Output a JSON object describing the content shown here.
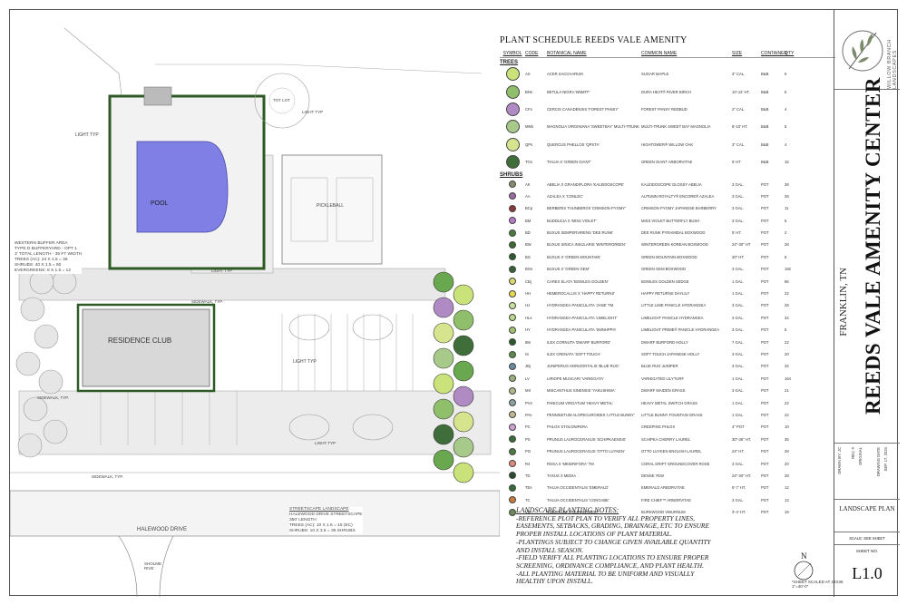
{
  "colors": {
    "accent_green": "#6fae3a",
    "pool_blue": "#7f7fe6",
    "pavement": "#e4e4e4",
    "hedge": "#2d5a24"
  },
  "plan": {
    "labels": {
      "pool": "POOL",
      "pickleball": "PICKLEBALL",
      "residence_club": "RESIDENCE CLUB",
      "tot_lot": "TOT LOT",
      "light_typ_1": "LIGHT TYP",
      "light_typ_2": "LIGHT TYP",
      "light_typ_3": "LIGHT TYP",
      "light_typ_4": "LIGHT TYP",
      "light_typ_5": "LIGHT TYP",
      "sidewalk_typ_1": "SIDEWALK, TYP.",
      "sidewalk_typ_2": "SIDEWALK, TYP.",
      "sidewalk_typ_3": "SIDEWALK, TYP.",
      "halewood": "HALEWOOD DRIVE",
      "sholme": "SHOLME RIVE"
    },
    "buffer_note": [
      "WESTERN BUFFER AREA",
      "TYPE D BUFFERYARD - OPT 1",
      "3' TOTAL LENGTH - 35 FT WIDTH",
      "TREES (AC): 24 X 1.5 = 36",
      "SHRUBS: 40 X 1.5 = 60",
      "EVERGREENS: 8 X 1.5 = 12"
    ],
    "streetscape_note": [
      "STREETSCAPE LANDSCAPE",
      "HALEWOOD DRIVE STREETSCAPE",
      "350' LENGTH",
      "TREES (AC): 10 X 1.5 = 15 (EC)",
      "SHRUBS: 10 X 3.5 = 35 SHRUBS"
    ]
  },
  "schedule": {
    "title": "PLANT SCHEDULE REEDS VALE AMENITY",
    "headers": {
      "symbol": "SYMBOL",
      "code": "CODE",
      "botanical": "BOTANICAL NAME",
      "common": "COMMON NAME",
      "size": "SIZE",
      "container": "CONTAINER",
      "qty": "QTY"
    },
    "trees_label": "TREES",
    "shrubs_label": "SHRUBS",
    "trees": [
      {
        "code": "AS",
        "botanical": "ACER SACCHARUM",
        "common": "SUGAR MAPLE",
        "size": "3\" CAL.",
        "container": "B&B",
        "qty": "6",
        "color": "#c9e27a"
      },
      {
        "code": "BNs",
        "botanical": "BETULA NIGRA 'BNMTF'",
        "common": "DURA HEAT® RIVER BIRCH",
        "size": "10'-12' HT.",
        "container": "B&B",
        "qty": "5",
        "color": "#8fbf6a"
      },
      {
        "code": "CFs",
        "botanical": "CERCIS CANADENSIS 'FOREST PANSY'",
        "common": "FOREST PANSY REDBUD",
        "size": "2\" CAL.",
        "container": "B&B",
        "qty": "4",
        "color": "#b08ac2"
      },
      {
        "code": "MMs",
        "botanical": "MAGNOLIA VIRGINIANA 'SWEETBAY' MULTI-TRUNK",
        "common": "MULTI-TRUNK SWEET BAY MAGNOLIA",
        "size": "8'-10' HT.",
        "container": "B&B",
        "qty": "5",
        "color": "#a7c98a"
      },
      {
        "code": "QPs",
        "botanical": "QUERCUS PHELLOS 'QPSTA'",
        "common": "HIGHTOWER® WILLOW OAK",
        "size": "3\" CAL.",
        "container": "B&B",
        "qty": "4",
        "color": "#d6e48e"
      },
      {
        "code": "TGs",
        "botanical": "THUJA X 'GREEN GIANT'",
        "common": "GREEN GIANT ARBORVITAE",
        "size": "6' HT",
        "container": "B&B",
        "qty": "15",
        "color": "#3f6e3a"
      }
    ],
    "shrubs": [
      {
        "code": "AK",
        "botanical": "ABELIA X GRANDIFLORA 'KALEIDOSCOPE'",
        "common": "KALEIDOSCOPE GLOSSY ABELIA",
        "size": "3 GAL.",
        "container": "POT",
        "qty": "38",
        "color": "#8a8a6a"
      },
      {
        "code": "AA",
        "botanical": "AZALEA X 'CONLEC'",
        "common": "AUTUMN ROYALTY® ENCORE® AZALEA",
        "size": "3 GAL.",
        "container": "POT",
        "qty": "28",
        "color": "#9a6aa0"
      },
      {
        "code": "BCp",
        "botanical": "BERBERIS THUNBERGII 'CRIMSON PYGMY'",
        "common": "CRIMSON PYGMY JAPANESE BARBERRY",
        "size": "3 GAL.",
        "container": "POT",
        "qty": "11",
        "color": "#8a3a3a"
      },
      {
        "code": "BM",
        "botanical": "BUDDLEJA X 'MISS VIOLET'",
        "common": "MISS VIOLET BUTTERFLY BUSH",
        "size": "3 GAL.",
        "container": "POT",
        "qty": "5",
        "color": "#b87ac8"
      },
      {
        "code": "BD",
        "botanical": "BUXUS SEMPERVIRENS 'DEE RUNK'",
        "common": "DEE RUNK PYRAMIDAL BOXWOOD",
        "size": "5' HT.",
        "container": "POT",
        "qty": "2",
        "color": "#4a7a3a"
      },
      {
        "code": "BW",
        "botanical": "BUXUS SINICA INSULARIS 'WINTERGREEN'",
        "common": "WINTERGREEN KOREAN BOXWOOD",
        "size": "24\"-30\" HT",
        "container": "POT",
        "qty": "28",
        "color": "#3a6a30"
      },
      {
        "code": "BG",
        "botanical": "BUXUS X 'GREEN MOUNTAIN'",
        "common": "GREEN MOUNTAIN BOXWOOD",
        "size": "30\" HT.",
        "container": "POT",
        "qty": "6",
        "color": "#2f5a2a"
      },
      {
        "code": "BGs",
        "botanical": "BUXUS X 'GREEN GEM'",
        "common": "GREEN GEM BOXWOOD",
        "size": "3 GAL.",
        "container": "POT",
        "qty": "182",
        "color": "#3a6035"
      },
      {
        "code": "CBj",
        "botanical": "CAREX ELATA 'BOWLES GOLDEN'",
        "common": "BOWLES GOLDEN SEDGE",
        "size": "1 GAL.",
        "container": "POT",
        "qty": "86",
        "color": "#d8d86a"
      },
      {
        "code": "HH",
        "botanical": "HEMEROCALLIS X 'HAPPY RETURNS'",
        "common": "HAPPY RETURNS DAYLILY",
        "size": "1 GAL.",
        "container": "POT",
        "qty": "22",
        "color": "#e8d84a"
      },
      {
        "code": "HJ",
        "botanical": "HYDRANGEA PANICULATA 'JANE' TM",
        "common": "LITTLE LIME PANICLE HYDRANGEA",
        "size": "3 GAL.",
        "container": "POT",
        "qty": "28",
        "color": "#c8e0a0"
      },
      {
        "code": "HLs",
        "botanical": "HYDRANGEA PANICULATA 'LIMELIGHT'",
        "common": "LIMELIGHT PANICLE HYDRANGEA",
        "size": "3 GAL.",
        "container": "POT",
        "qty": "34",
        "color": "#b8d88a"
      },
      {
        "code": "HY",
        "botanical": "HYDRANGEA PANICULATA 'SMNHPPH'",
        "common": "LIMELIGHT PRIME® PANICLE HYDRANGEA",
        "size": "3 GAL.",
        "container": "POT",
        "qty": "5",
        "color": "#a0c070"
      },
      {
        "code": "IBs",
        "botanical": "ILEX CORNUTA 'DWARF BURFORD'",
        "common": "DWARF BURFORD HOLLY",
        "size": "7 GAL.",
        "container": "POT",
        "qty": "22",
        "color": "#2a5a2a"
      },
      {
        "code": "IS",
        "botanical": "ILEX CRENATA 'SOFT TOUCH'",
        "common": "SOFT TOUCH JAPANESE HOLLY",
        "size": "3 GAL.",
        "container": "POT",
        "qty": "20",
        "color": "#5a8a4a"
      },
      {
        "code": "JBj",
        "botanical": "JUNIPERUS HORIZONTALIS 'BLUE RUG'",
        "common": "BLUE RUG JUNIPER",
        "size": "3 GAL.",
        "container": "POT",
        "qty": "32",
        "color": "#6a8aa0"
      },
      {
        "code": "LV",
        "botanical": "LIRIOPE MUSCARI 'VARIEGATA'",
        "common": "VARIEGATED LILYTURF",
        "size": "1 GAL.",
        "container": "POT",
        "qty": "164",
        "color": "#9ab07a"
      },
      {
        "code": "MX",
        "botanical": "MISCANTHUS SINENSIS 'YAKUSHIMA'",
        "common": "DWARF MAIDEN GRASS",
        "size": "3 GAL.",
        "container": "POT",
        "qty": "21",
        "color": "#b0b88a"
      },
      {
        "code": "PVs",
        "botanical": "PANICUM VIRGATUM 'HEAVY METAL'",
        "common": "HEAVY METAL SWITCH GRASS",
        "size": "1 GAL.",
        "container": "POT",
        "qty": "22",
        "color": "#8aa0a0"
      },
      {
        "code": "PAs",
        "botanical": "PENNISETUM ALOPECUROIDES 'LITTLE BUNNY'",
        "common": "LITTLE BUNNY FOUNTAIN GRASS",
        "size": "1 GAL.",
        "container": "POT",
        "qty": "22",
        "color": "#c0b890"
      },
      {
        "code": "PC",
        "botanical": "PHLOX STOLONIFERA",
        "common": "CREEPING PHLOX",
        "size": "4\" POT",
        "container": "POT",
        "qty": "10",
        "color": "#d0a0d0"
      },
      {
        "code": "PS",
        "botanical": "PRUNUS LAUROCERASUS 'SCHIPKAENSIS'",
        "common": "SCHIPKA CHERRY LAUREL",
        "size": "30\"-36\" HT.",
        "container": "POT",
        "qty": "35",
        "color": "#3a6a3a"
      },
      {
        "code": "PO",
        "botanical": "PRUNUS LAUROCERASUS 'OTTO LUYKEN'",
        "common": "OTTO LUYKEN ENGLISH LAUREL",
        "size": "24\" HT.",
        "container": "POT",
        "qty": "28",
        "color": "#4a7a40"
      },
      {
        "code": "R4",
        "botanical": "ROSA X 'MEIDRIFORA' TM",
        "common": "CORAL DRIFT GROUNDCOVER ROSE",
        "size": "3 GAL.",
        "container": "POT",
        "qty": "20",
        "color": "#e08a7a"
      },
      {
        "code": "TD",
        "botanical": "TAXUS X MEDIA",
        "common": "DENSE YEW",
        "size": "24\"-30\" HT.",
        "container": "POT",
        "qty": "28",
        "color": "#2a4a2a"
      },
      {
        "code": "TEs",
        "botanical": "THUJA OCCIDENTALIS 'EMERALD'",
        "common": "EMERALD ARBORVITAE",
        "size": "6'-7' HT.",
        "container": "POT",
        "qty": "12",
        "color": "#356a35"
      },
      {
        "code": "TC",
        "botanical": "THUJA OCCIDENTALIS 'CONGABE'",
        "common": "FIRE CHIEF™ ARBORVITAE",
        "size": "3 GAL.",
        "container": "POT",
        "qty": "13",
        "color": "#c87a3a"
      },
      {
        "code": "VB",
        "botanical": "VIBURNUM X 'BURKWOODII'",
        "common": "BURKWOOD VIBURNUM",
        "size": "3'-4' HT.",
        "container": "POT",
        "qty": "19",
        "color": "#6a8a5a"
      }
    ]
  },
  "notes": {
    "title": "LANDSCAPE PLANTING NOTES:",
    "lines": [
      "-REFERENCE PLOT PLAN TO VERIFY ALL PROPERTY LINES,",
      "EASEMENTS, SETBACKS, GRADING, DRAINAGE, ETC  TO ENSURE",
      "PROPER INSTALL LOCATIONS OF PLANT MATERIAL.",
      "-PLANTINGS SUBJECT TO CHANGE GIVEN AVAILABLE QUANTITY",
      "AND INSTALL SEASON.",
      "-FIELD VERIFY ALL PLANTING LOCATIONS TO ENSURE PROPER",
      "SCREENING, ORDINANCE COMPLIANCE, AND PLANT HEALTH.",
      "-ALL PLANTING MATERIAL TO BE UNIFORM AND VISUALLY",
      "HEALTHY UPON INSTALL."
    ],
    "scaled": "*SHEET SCALED AT 24X36",
    "scale_ratio": "1\"=40'-0\"",
    "north": "N"
  },
  "title_block": {
    "firm": "WILLOW BRANCH LANDSCAPES",
    "project": "REEDS VALE AMENITY CENTER",
    "location": "FRANKLIN, TN",
    "drawing_date_label": "DRAWING DATE",
    "drawing_date": "SEP. 17, 2024",
    "rev_label": "REV. #",
    "rev_value": "ORIGINAL",
    "drawn_by": "DRAWN BY: JC",
    "sheet_title": "LANDSCAPE PLAN",
    "scale": "SCALE: SEE SHEET",
    "sheet_no_label": "SHEET NO.",
    "sheet_no": "L1.0"
  }
}
